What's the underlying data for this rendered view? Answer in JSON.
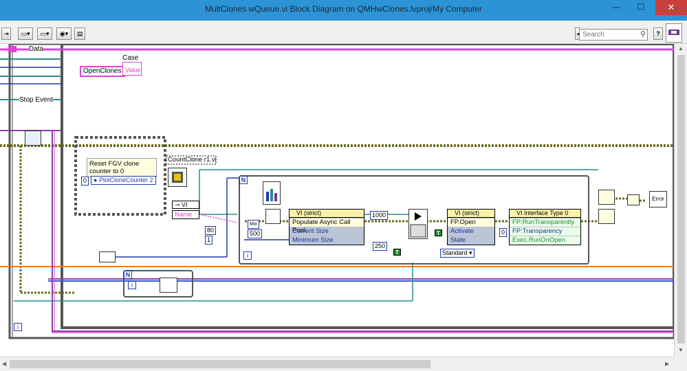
{
  "window": {
    "title": "MultClones wQueue.vi Block Diagram on QMHwClones.lvproj/My Computer",
    "minimize": "—",
    "maximize": "☐",
    "close": "✕"
  },
  "toolbar": {
    "search_placeholder": "Search",
    "help_label": "?"
  },
  "diagram": {
    "data_label": "Data",
    "case_label": "Case",
    "open_clones": "OpenClones",
    "value_label": "Value",
    "stop_event": "Stop Event",
    "note_text": "Reset FGV clone counter to 0",
    "counter_zero": "0",
    "plot_clone_counter": "PlotCloneCounter 2",
    "vi_label": "VI",
    "name_label": "Name",
    "countclone_path": "CountClone r1.vi",
    "num_80": "80",
    "num_1": "1",
    "num_500": "500",
    "num_1000": "1000",
    "num_250": "250",
    "num_0": "0",
    "loop_n": "N",
    "loop_i": "i",
    "mix_label": "Mix",
    "t_label": "T",
    "standard_enum": "Standard",
    "error_label": "Error",
    "node1": {
      "header": "VI (strict)",
      "rows": [
        "Populate Async Call Pool",
        "Current Size",
        "Minimum Size"
      ]
    },
    "node2": {
      "header": "VI (strict)",
      "rows": [
        "FP.Open",
        "Activate",
        "State"
      ]
    },
    "node3": {
      "header": "VI Interface Type 0",
      "rows": [
        "FP:RunTransparently",
        "FP:Transparency",
        "Exec.RunOnOpen"
      ]
    }
  }
}
